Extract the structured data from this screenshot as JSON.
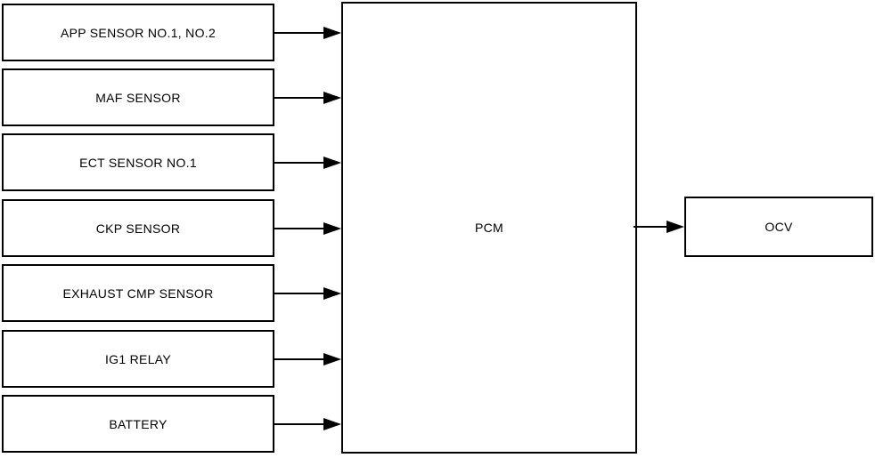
{
  "diagram": {
    "inputs": [
      {
        "label": "APP SENSOR NO.1, NO.2"
      },
      {
        "label": "MAF SENSOR"
      },
      {
        "label": "ECT SENSOR NO.1"
      },
      {
        "label": "CKP SENSOR"
      },
      {
        "label": "EXHAUST CMP SENSOR"
      },
      {
        "label": "IG1 RELAY"
      },
      {
        "label": "BATTERY"
      }
    ],
    "controller": {
      "label": "PCM"
    },
    "output": {
      "label": "OCV"
    },
    "connections": [
      {
        "from": "APP SENSOR NO.1, NO.2",
        "to": "PCM"
      },
      {
        "from": "MAF SENSOR",
        "to": "PCM"
      },
      {
        "from": "ECT SENSOR NO.1",
        "to": "PCM"
      },
      {
        "from": "CKP SENSOR",
        "to": "PCM"
      },
      {
        "from": "EXHAUST CMP SENSOR",
        "to": "PCM"
      },
      {
        "from": "IG1 RELAY",
        "to": "PCM"
      },
      {
        "from": "BATTERY",
        "to": "PCM"
      },
      {
        "from": "PCM",
        "to": "OCV"
      }
    ],
    "colors": {
      "line": "#000000",
      "text": "#000000",
      "box_background": "#ffffff",
      "page_background": "#ffffff"
    }
  }
}
